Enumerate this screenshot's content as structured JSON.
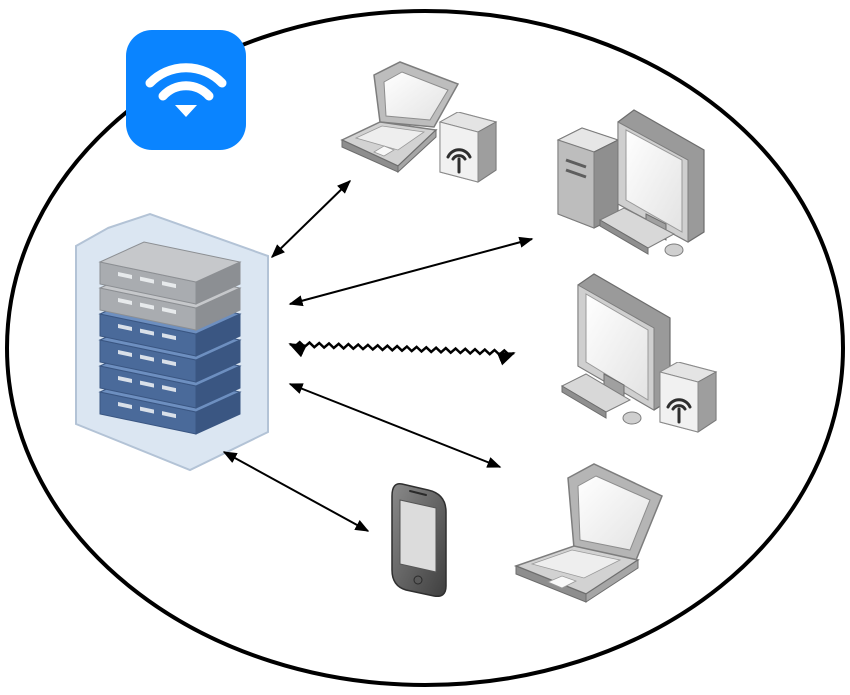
{
  "diagram": {
    "boundary": {
      "shape": "ellipse",
      "stroke_color": "#000000"
    },
    "wifi_badge": {
      "icon": "wifi-icon",
      "background_color": "#0a84ff",
      "glyph_color": "#ffffff"
    },
    "hub": {
      "icon": "server-rack-icon",
      "halo_color": "#dbe6f2",
      "gray_unit_color": "#a9acb0",
      "blue_unit_color": "#4a6a9a"
    },
    "devices": [
      {
        "id": "laptop-with-access-point",
        "icons": [
          "laptop-icon",
          "wireless-access-point-icon"
        ]
      },
      {
        "id": "desktop-computer",
        "icons": [
          "desktop-computer-icon"
        ]
      },
      {
        "id": "desktop-with-access-point",
        "icons": [
          "desktop-computer-icon",
          "wireless-access-point-icon"
        ]
      },
      {
        "id": "laptop",
        "icons": [
          "laptop-icon"
        ]
      },
      {
        "id": "smartphone",
        "icons": [
          "smartphone-icon"
        ]
      }
    ],
    "connections": [
      {
        "from": "server-rack",
        "to": "laptop-with-access-point",
        "style": "solid",
        "arrows": "both"
      },
      {
        "from": "server-rack",
        "to": "desktop-computer",
        "style": "solid",
        "arrows": "both"
      },
      {
        "from": "server-rack",
        "to": "desktop-with-access-point",
        "style": "wavy",
        "arrows": "both"
      },
      {
        "from": "server-rack",
        "to": "laptop",
        "style": "solid",
        "arrows": "both"
      },
      {
        "from": "server-rack",
        "to": "smartphone",
        "style": "solid",
        "arrows": "both"
      }
    ],
    "colors": {
      "device_light": "#d6d6d6",
      "device_mid": "#a8a8a8",
      "device_dark": "#6e6e6e",
      "screen": "#f4f4f4",
      "line": "#000000"
    }
  }
}
